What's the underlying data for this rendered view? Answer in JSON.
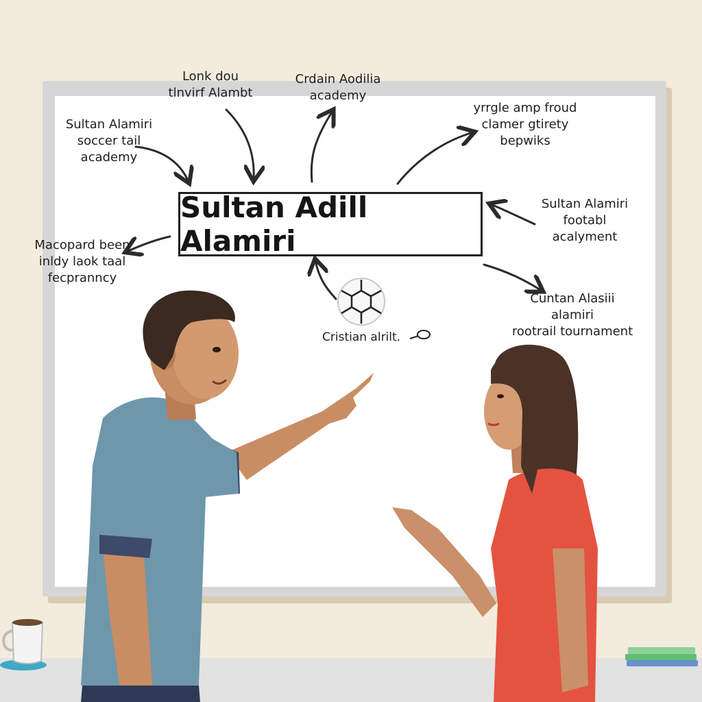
{
  "whiteboard": {
    "title": "Sultan Adill Alamiri",
    "notes": [
      "Lonk dou\ntlnvirf Alambt",
      "Crdain Aodilia\nacademy",
      "yrrgle amp froud\nclamer gtirety\nbepwiks",
      "Sultan Alamiri\nsoccer tail\nacademy",
      "Sultan Alamiri\nfootabl\nacalyment",
      "Macopard been\ninldy laok taal\nfecpranncy",
      "Cuntan Alasiii alamiri\nrootrail tournament"
    ],
    "ball_caption": "Cristian alrilt."
  },
  "colors": {
    "wall": "#f3ebdc",
    "board": "#ffffff",
    "man_shirt": "#6f97ac",
    "woman_dress": "#e4533f"
  },
  "icons": [
    "soccer-ball-icon",
    "coffee-mug-icon",
    "book-stack-icon",
    "whistle-icon"
  ]
}
